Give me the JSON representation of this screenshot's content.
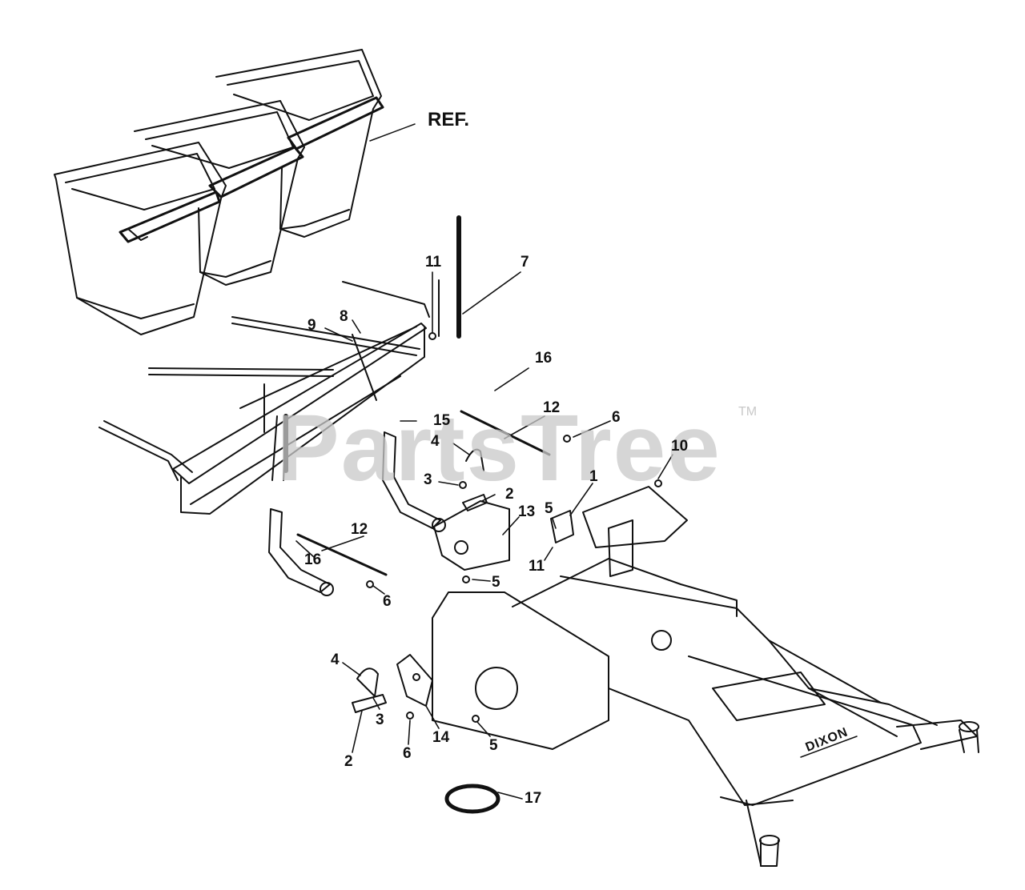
{
  "watermark": {
    "text": "PartsTree",
    "trademark": "TM"
  },
  "brand_plate": "DIXON",
  "reference_label": "REF.",
  "callouts": [
    {
      "id": "c-11a",
      "text": "11"
    },
    {
      "id": "c-7",
      "text": "7"
    },
    {
      "id": "c-9",
      "text": "9"
    },
    {
      "id": "c-8",
      "text": "8"
    },
    {
      "id": "c-16a",
      "text": "16"
    },
    {
      "id": "c-12a",
      "text": "12"
    },
    {
      "id": "c-15",
      "text": "15"
    },
    {
      "id": "c-6a",
      "text": "6"
    },
    {
      "id": "c-4a",
      "text": "4"
    },
    {
      "id": "c-10",
      "text": "10"
    },
    {
      "id": "c-3a",
      "text": "3"
    },
    {
      "id": "c-2a",
      "text": "2"
    },
    {
      "id": "c-1",
      "text": "1"
    },
    {
      "id": "c-13",
      "text": "13"
    },
    {
      "id": "c-5a",
      "text": "5"
    },
    {
      "id": "c-12b",
      "text": "12"
    },
    {
      "id": "c-11b",
      "text": "11"
    },
    {
      "id": "c-16b",
      "text": "16"
    },
    {
      "id": "c-5b",
      "text": "5"
    },
    {
      "id": "c-6b",
      "text": "6"
    },
    {
      "id": "c-4b",
      "text": "4"
    },
    {
      "id": "c-3b",
      "text": "3"
    },
    {
      "id": "c-2b",
      "text": "2"
    },
    {
      "id": "c-6c",
      "text": "6"
    },
    {
      "id": "c-14",
      "text": "14"
    },
    {
      "id": "c-5c",
      "text": "5"
    },
    {
      "id": "c-17",
      "text": "17"
    }
  ]
}
